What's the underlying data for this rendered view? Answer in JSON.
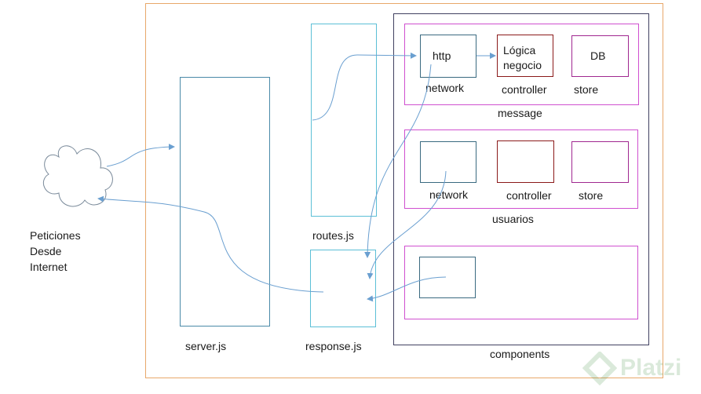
{
  "cloud_caption": [
    "Peticiones",
    "Desde",
    "Internet"
  ],
  "server": {
    "label": "server.js"
  },
  "routes": {
    "label": "routes.js"
  },
  "response": {
    "label": "response.js"
  },
  "components": {
    "label": "components",
    "message": {
      "label": "message",
      "network_box": "http",
      "network_label": "network",
      "controller_box": "Lógica negocio",
      "controller_label": "controller",
      "store_box": "DB",
      "store_label": "store"
    },
    "usuarios": {
      "label": "usuarios",
      "network_label": "network",
      "controller_label": "controller",
      "store_label": "store"
    }
  },
  "watermark": "Platzi",
  "colors": {
    "outer": "#e8a86a",
    "node": "#5bbfd6",
    "components": "#404060",
    "module": "#d050d0",
    "network": "#3a6a80",
    "controller": "#8b1a1a",
    "store": "#a02890",
    "arrow": "#6a9fd0"
  }
}
